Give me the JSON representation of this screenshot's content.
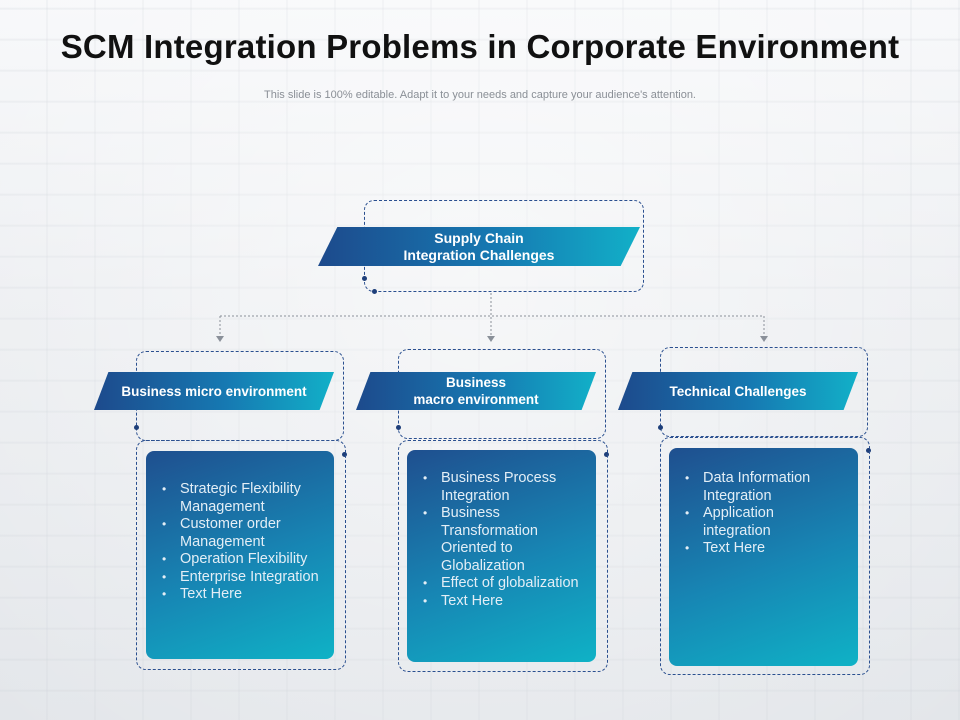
{
  "slide": {
    "title": "SCM Integration Problems in Corporate Environment",
    "subtitle": "This slide is 100% editable. Adapt it to your needs and capture your audience's attention."
  },
  "root": {
    "label_line1": "Supply Chain",
    "label_line2": "Integration Challenges"
  },
  "branches": [
    {
      "label_line1": "Business micro environment",
      "label_line2": "",
      "items": [
        "Strategic Flexibility Management",
        "Customer order Management",
        "Operation Flexibility",
        "Enterprise Integration",
        "Text Here"
      ]
    },
    {
      "label_line1": "Business",
      "label_line2": "macro environment",
      "items": [
        "Business Process Integration",
        "Business Transformation Oriented to Globalization",
        "Effect of globalization",
        "Text Here"
      ]
    },
    {
      "label_line1": "Technical Challenges",
      "label_line2": "",
      "items": [
        "Data Information Integration",
        "Application integration",
        "Text Here"
      ]
    }
  ],
  "colors": {
    "banner_start": "#1d4a8c",
    "banner_end": "#12b0c8",
    "dash_border": "#2a4f8f",
    "connector": "#8a9099"
  }
}
